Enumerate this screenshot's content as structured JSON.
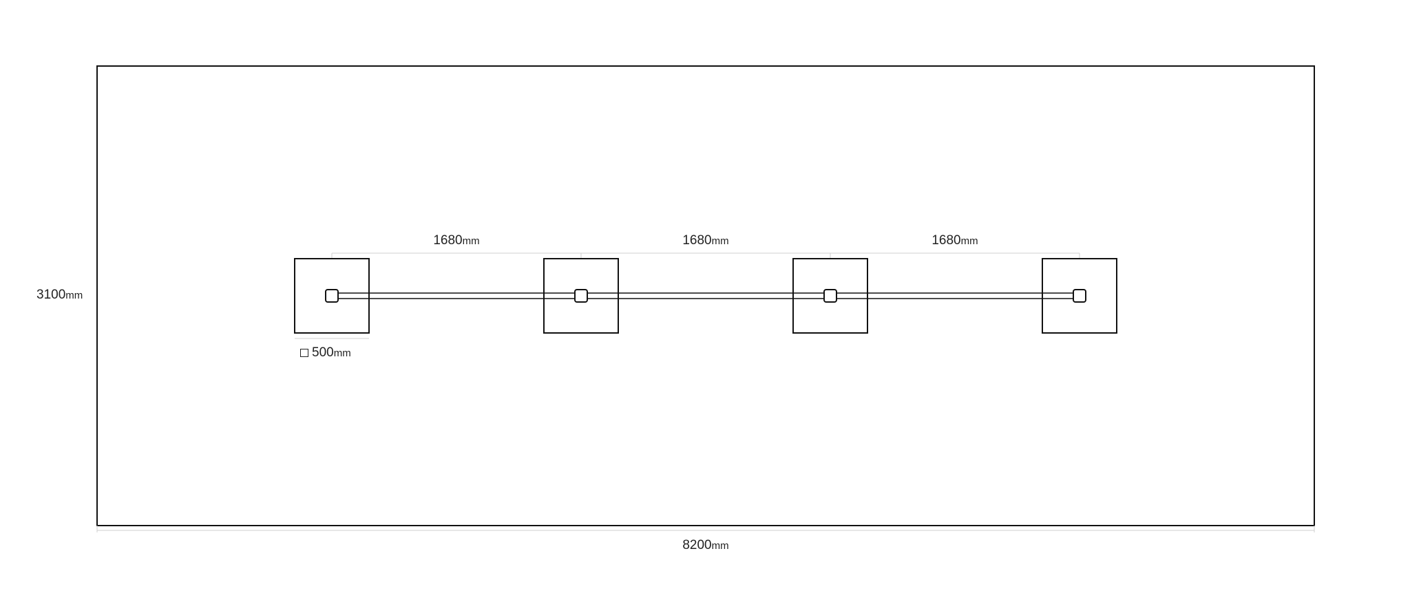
{
  "plan": {
    "overall_width": {
      "value": "8200",
      "unit": "mm"
    },
    "overall_height": {
      "value": "3100",
      "unit": "mm"
    },
    "spacings": [
      {
        "value": "1680",
        "unit": "mm"
      },
      {
        "value": "1680",
        "unit": "mm"
      },
      {
        "value": "1680",
        "unit": "mm"
      }
    ],
    "footing": {
      "symbol": "square-icon",
      "value": "500",
      "unit": "mm"
    },
    "footing_count": 4,
    "line_color": "#111111",
    "dimension_line_color": "#cfcfcf"
  }
}
